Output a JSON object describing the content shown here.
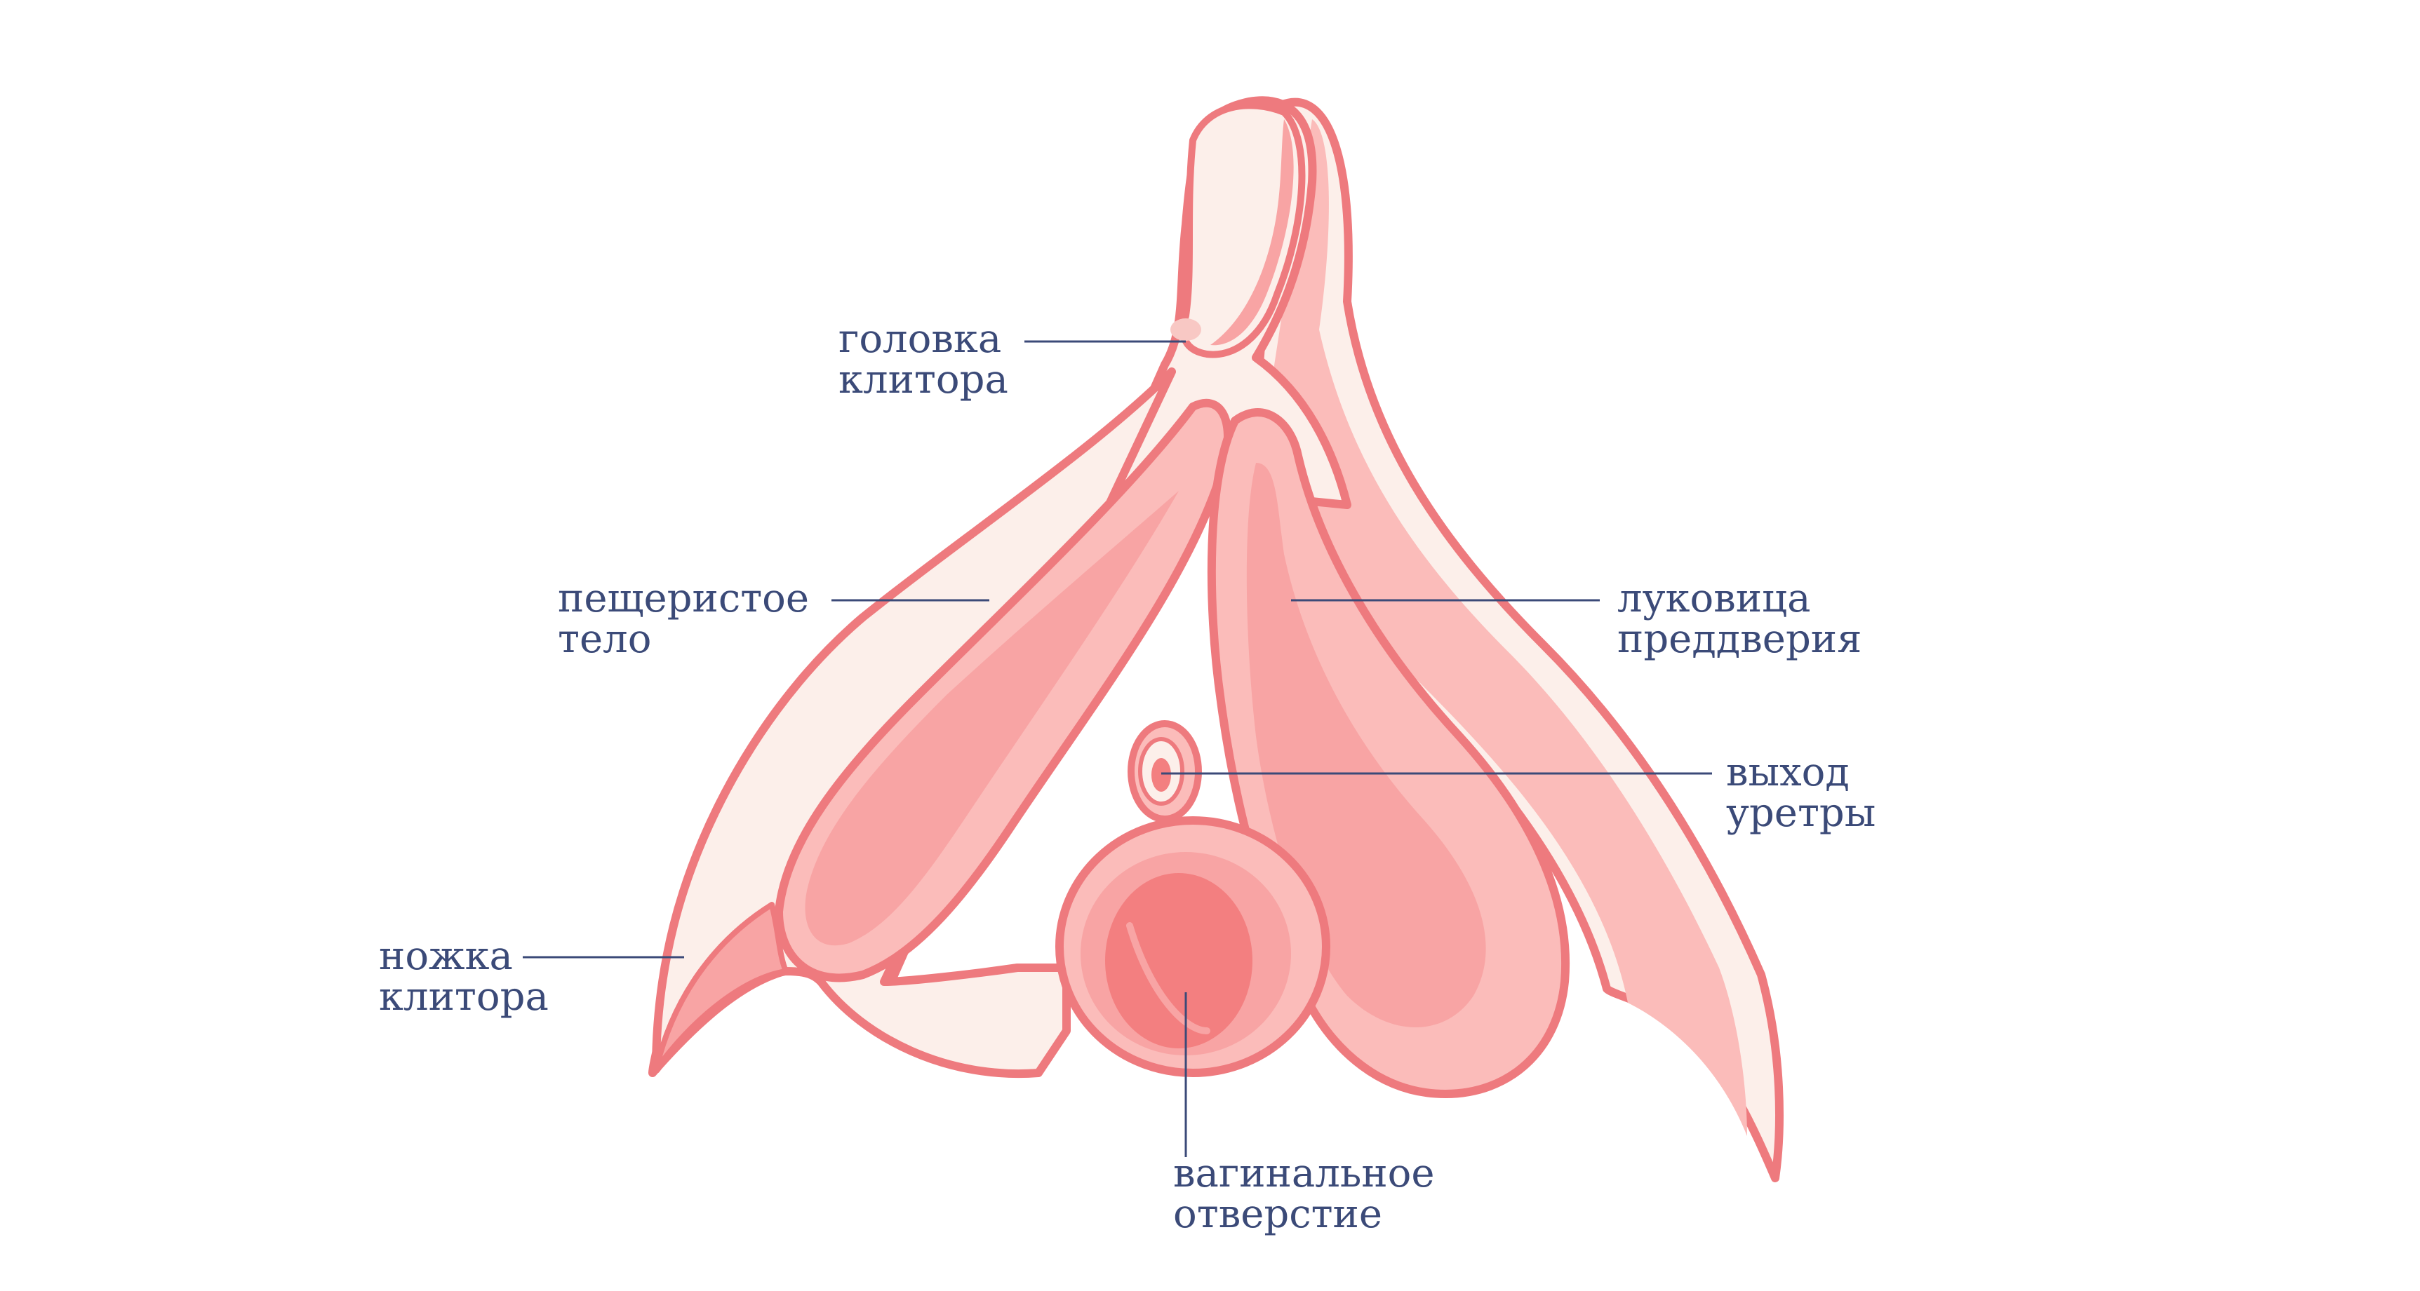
{
  "colors": {
    "outline": "#ee7a7e",
    "cream": "#fcefea",
    "pink_light": "#fbbcba",
    "pink_mid": "#f8a4a4",
    "pink_deep": "#f37f80",
    "label_text": "#3b4a78"
  },
  "labels": {
    "glans": [
      "головка",
      "клитора"
    ],
    "corpus": [
      "пещеристое",
      "тело"
    ],
    "crus": [
      "ножка",
      "клитора"
    ],
    "bulb": [
      "луковица",
      "преддверия"
    ],
    "urethra": [
      "выход",
      "уретры"
    ],
    "vagina": [
      "вагинальное",
      "отверстие"
    ]
  }
}
